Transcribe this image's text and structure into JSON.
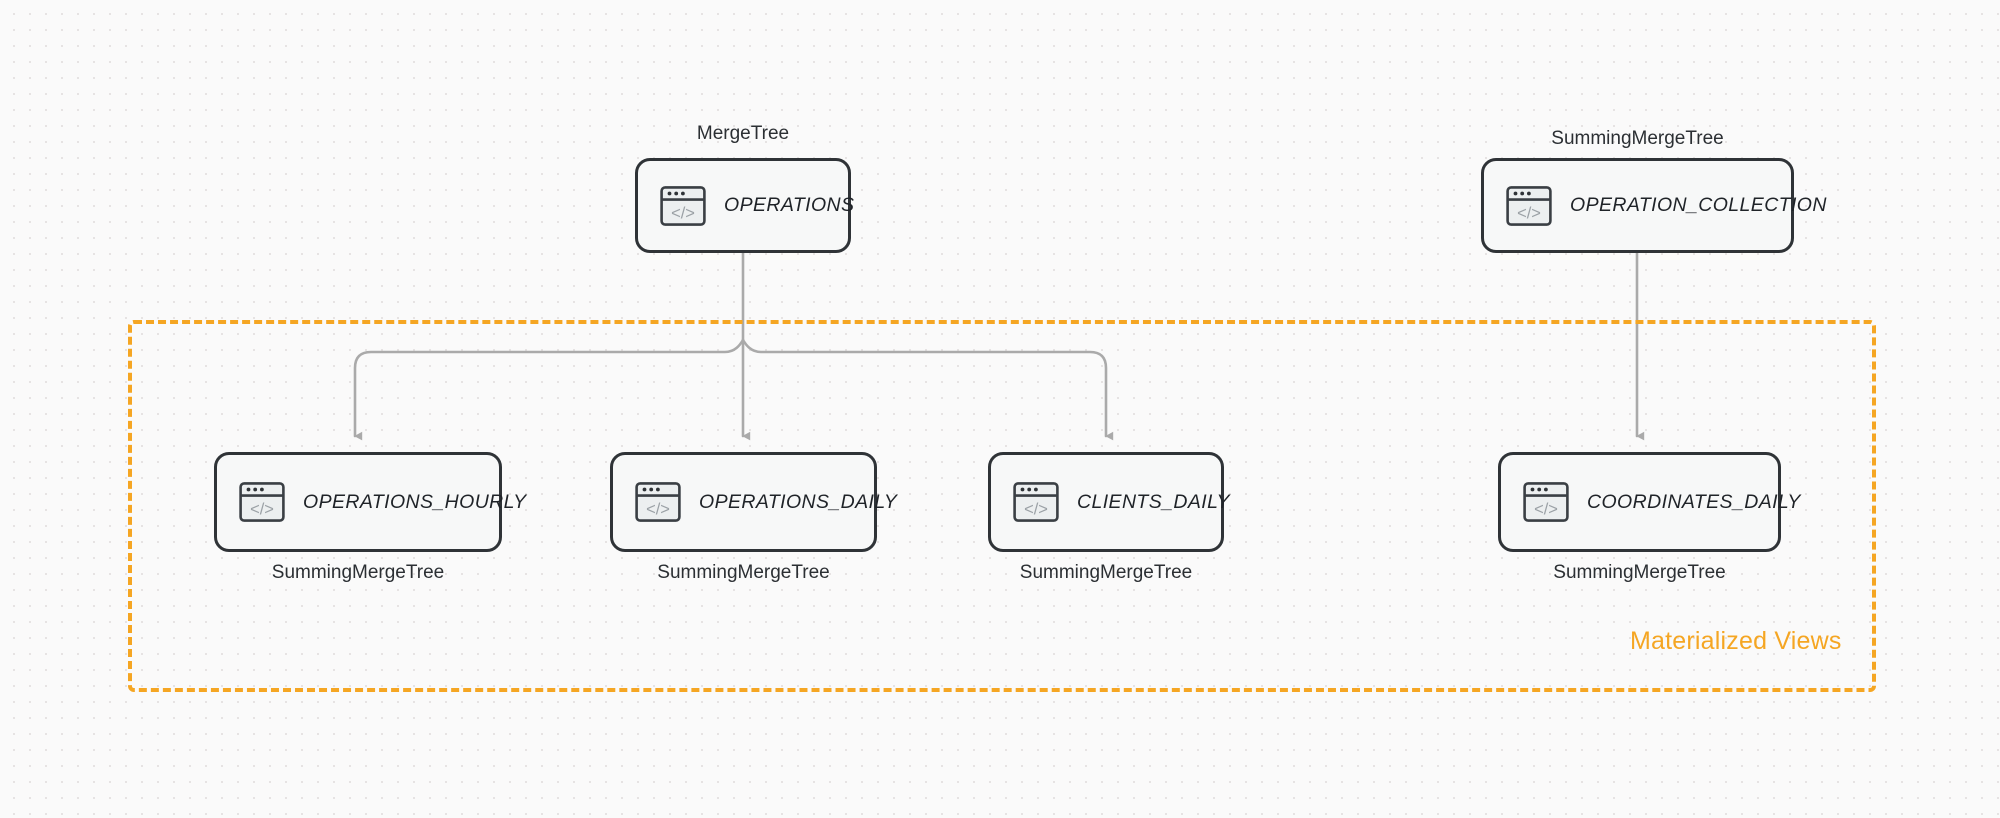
{
  "diagram": {
    "title_none": "",
    "background": "#fafafa",
    "accent_color": "#f5a623",
    "node_border_color": "#2f3337",
    "node_fill_color": "#f7f8f8",
    "edge_color": "#aaaaaa"
  },
  "group": {
    "label": "Materialized Views",
    "style": "dashed",
    "color": "#f5a623"
  },
  "sources": [
    {
      "id": "operations",
      "label": "OPERATIONS",
      "engine": "MergeTree",
      "engine_position": "above",
      "icon": "code-window-icon"
    },
    {
      "id": "operation_collection",
      "label": "OPERATION_COLLECTION",
      "engine": "SummingMergeTree",
      "engine_position": "above",
      "icon": "code-window-icon"
    }
  ],
  "views": [
    {
      "id": "operations_hourly",
      "label": "OPERATIONS_HOURLY",
      "engine": "SummingMergeTree",
      "engine_position": "below",
      "icon": "code-window-icon"
    },
    {
      "id": "operations_daily",
      "label": "OPERATIONS_DAILY",
      "engine": "SummingMergeTree",
      "engine_position": "below",
      "icon": "code-window-icon"
    },
    {
      "id": "clients_daily",
      "label": "CLIENTS_DAILY",
      "engine": "SummingMergeTree",
      "engine_position": "below",
      "icon": "code-window-icon"
    },
    {
      "id": "coordinates_daily",
      "label": "COORDINATES_DAILY",
      "engine": "SummingMergeTree",
      "engine_position": "below",
      "icon": "code-window-icon"
    }
  ],
  "edges": [
    {
      "from": "operations",
      "to": "operations_hourly"
    },
    {
      "from": "operations",
      "to": "operations_daily"
    },
    {
      "from": "operations",
      "to": "clients_daily"
    },
    {
      "from": "operation_collection",
      "to": "coordinates_daily"
    }
  ]
}
